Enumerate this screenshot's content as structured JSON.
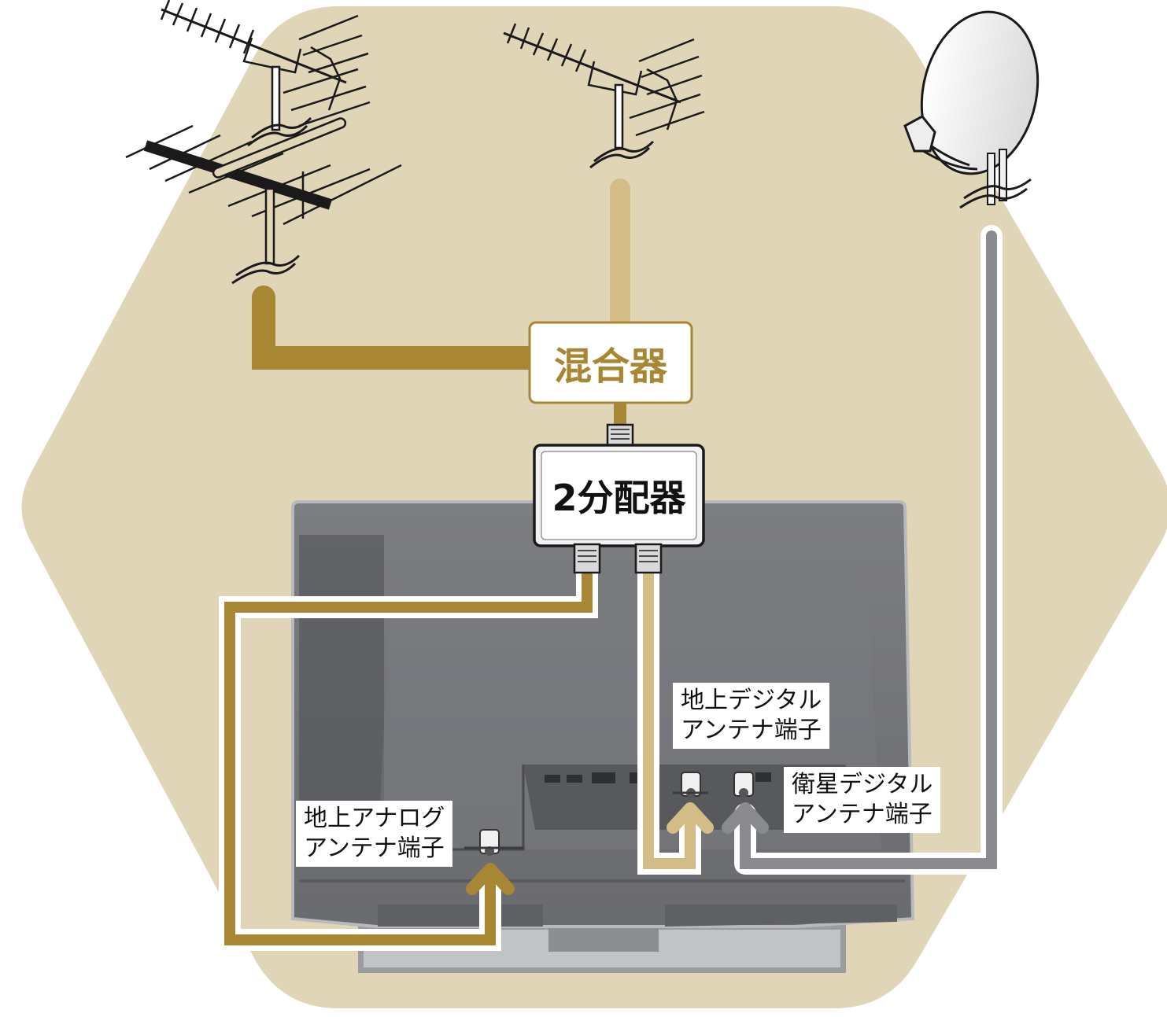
{
  "mixer": {
    "label": "混合器"
  },
  "splitter": {
    "label": "2分配器"
  },
  "labels": {
    "terrestrial_digital": {
      "line1": "地上デジタル",
      "line2": "アンテナ端子"
    },
    "satellite_digital": {
      "line1": "衛星デジタル",
      "line2": "アンテナ端子"
    },
    "terrestrial_analog": {
      "line1": "地上アナログ",
      "line2": "アンテナ端子"
    }
  },
  "colors": {
    "background_hex": "#e1d5b7",
    "analog_cable": "#a88734",
    "digital_cable": "#d4bc86",
    "satellite_cable": "#8a8b8f",
    "tv_body": "#6e6f73",
    "mixer_text": "#a88734"
  }
}
